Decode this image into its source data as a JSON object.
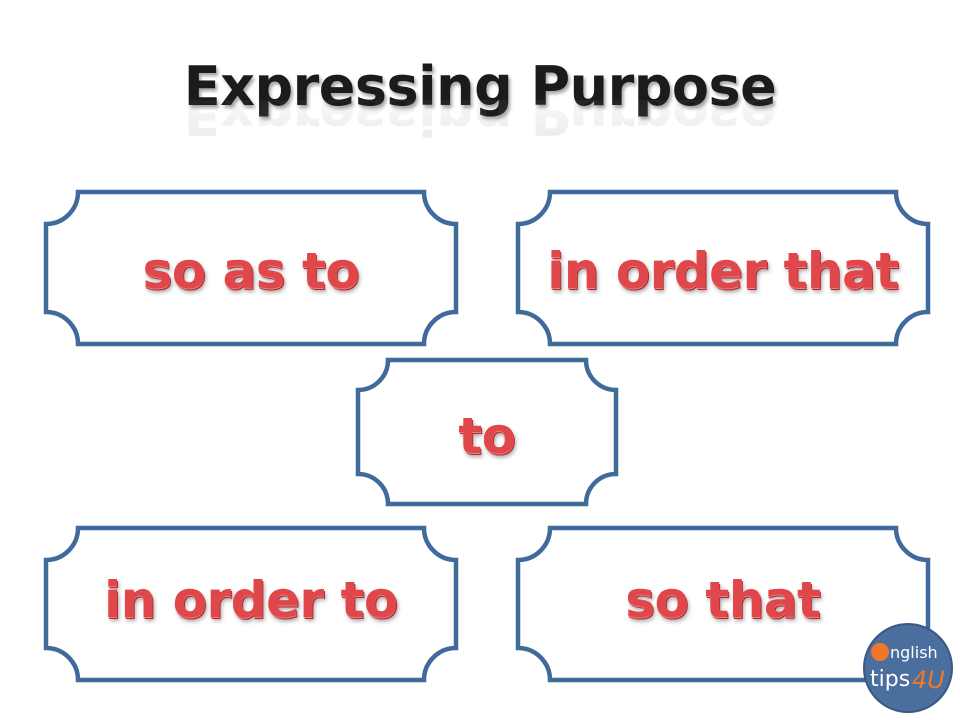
{
  "slide": {
    "title": "Expressing Purpose"
  },
  "cards": [
    {
      "text": "so as to"
    },
    {
      "text": "in order that"
    },
    {
      "text": "to"
    },
    {
      "text": "in order to"
    },
    {
      "text": "so that"
    }
  ],
  "logo": {
    "line1": "nglish",
    "line2": "tips",
    "mark": "4U"
  },
  "colors": {
    "frame": "#3f6a99",
    "phrase": "#e0474a",
    "logo_bg": "#4a6f9e",
    "logo_accent": "#f0772a"
  }
}
